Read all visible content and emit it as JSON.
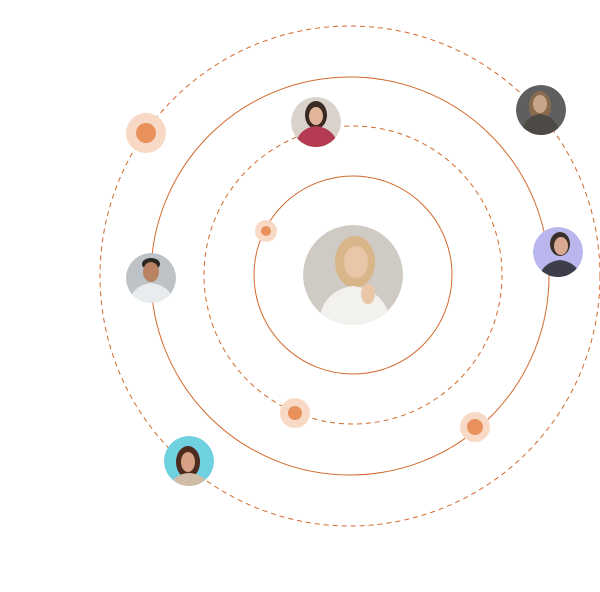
{
  "colors": {
    "orbit": "#d2692b",
    "dot": "#e8915b",
    "dot_halo": "#f7d9c6",
    "background": "#ffffff"
  },
  "center_avatar": {
    "name": "center-avatar",
    "palette": {
      "bg": "#cfcac3",
      "hair": "#d9b58a",
      "skin": "#e9c6a8",
      "shirt": "#f2f1ee"
    }
  },
  "orbit_avatars": [
    {
      "name": "avatar-top-pink",
      "palette": {
        "bg": "#d9d3cc",
        "hair": "#3a2a22",
        "skin": "#e2b49a",
        "shirt": "#b43b52"
      }
    },
    {
      "name": "avatar-top-right-grey",
      "palette": {
        "bg": "#5f5f5f",
        "hair": "#8a6a4c",
        "skin": "#c9a68a",
        "shirt": "#4d4a46"
      }
    },
    {
      "name": "avatar-right-purple",
      "palette": {
        "bg": "#b9b7ee",
        "hair": "#3b2f2a",
        "skin": "#d9a993",
        "shirt": "#3e3e4a"
      }
    },
    {
      "name": "avatar-left-man",
      "palette": {
        "bg": "#bcc2c6",
        "hair": "#2b2622",
        "skin": "#b98363",
        "shirt": "#e9ecee"
      }
    },
    {
      "name": "avatar-bottom-left-teal",
      "palette": {
        "bg": "#6fd0e0",
        "hair": "#4d2b1f",
        "skin": "#d8a085",
        "shirt": "#d0bba6"
      }
    }
  ],
  "orbit_dots": [
    {
      "name": "orbit-dot-1",
      "size": "large"
    },
    {
      "name": "orbit-dot-2",
      "size": "small"
    },
    {
      "name": "orbit-dot-3",
      "size": "medium"
    },
    {
      "name": "orbit-dot-4",
      "size": "medium"
    }
  ]
}
